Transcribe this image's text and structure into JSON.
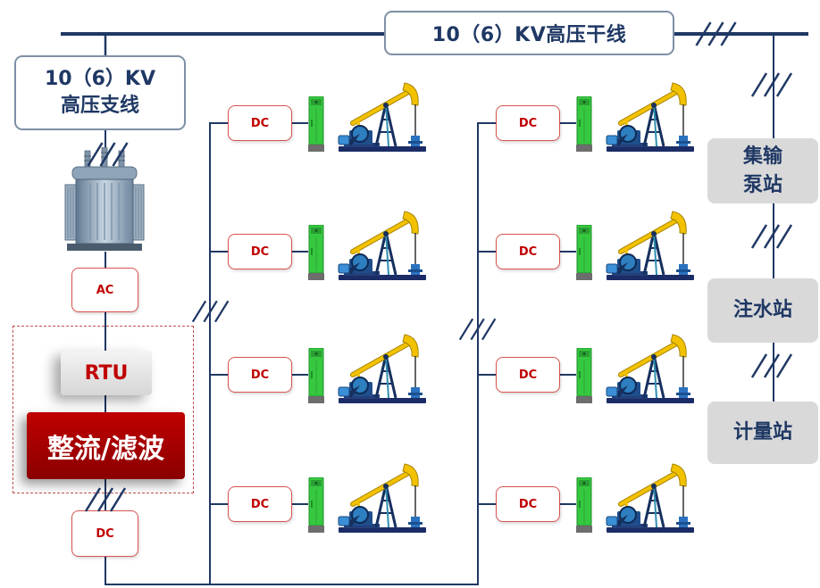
{
  "main_line": {
    "label": "10（6）KV高压干线"
  },
  "branch_line": {
    "label_line1": "10（6）KV",
    "label_line2": "高压支线"
  },
  "control_cabinet": {
    "ac_label": "AC",
    "rtu_label": "RTU",
    "rectifier_label": "整流/滤波",
    "dc_label": "DC"
  },
  "well_columns": [
    {
      "units": [
        {
          "dc_label": "DC"
        },
        {
          "dc_label": "DC"
        },
        {
          "dc_label": "DC"
        },
        {
          "dc_label": "DC"
        }
      ]
    },
    {
      "units": [
        {
          "dc_label": "DC"
        },
        {
          "dc_label": "DC"
        },
        {
          "dc_label": "DC"
        },
        {
          "dc_label": "DC"
        }
      ]
    }
  ],
  "stations": [
    {
      "line1": "集输",
      "line2": "泵站"
    },
    {
      "line1": "注水站"
    },
    {
      "line1": "计量站"
    }
  ],
  "icons": {
    "transformer": "transformer-icon",
    "pump_jack": "pumpjack-icon",
    "well_cabinet": "control-cabinet-icon",
    "line_break": "line-break-mark"
  },
  "colors": {
    "bus_line": "#1f3864",
    "text_navy": "#1f3864",
    "label_border": "#7f8fa6",
    "dc_border": "#d9534f",
    "dc_text": "#c00000",
    "dashed_frame": "#c0504d",
    "rectifier_fill": "#c00000",
    "station_fill": "#d9d9d9",
    "cabinet_green": "#36c940",
    "beam_yellow": "#f2c200"
  }
}
